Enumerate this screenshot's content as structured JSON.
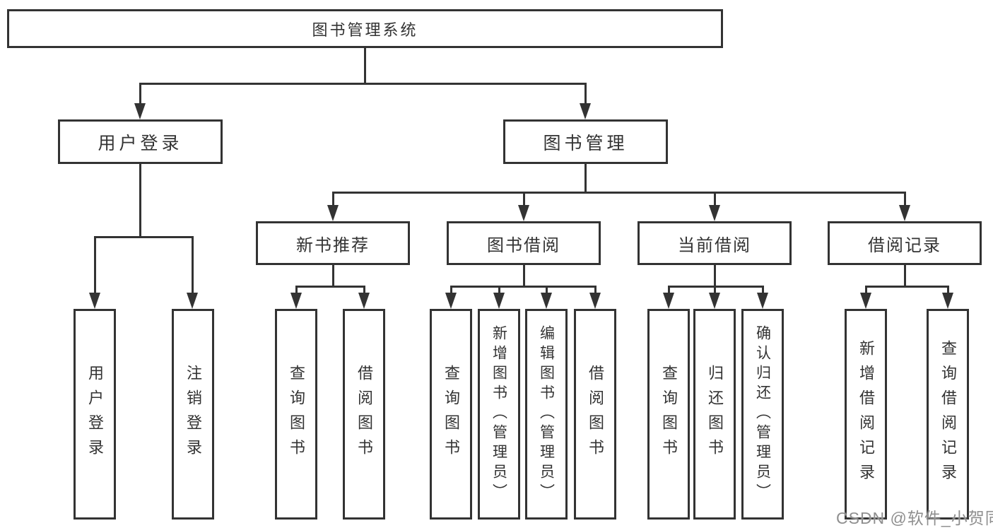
{
  "root": {
    "label": "图书管理系统"
  },
  "branches": {
    "login": {
      "label": "用户登录",
      "leaves": [
        "用户登录",
        "注销登录"
      ]
    },
    "mgmt": {
      "label": "图书管理",
      "groups": [
        {
          "label": "新书推荐",
          "leaves": [
            "查询图书",
            "借阅图书"
          ]
        },
        {
          "label": "图书借阅",
          "leaves": [
            "查询图书",
            "新增图书（管理员）",
            "编辑图书（管理员）",
            "借阅图书"
          ]
        },
        {
          "label": "当前借阅",
          "leaves": [
            "查询图书",
            "归还图书",
            "确认归还（管理员）"
          ]
        },
        {
          "label": "借阅记录",
          "leaves": [
            "新增借阅记录",
            "查询借阅记录"
          ]
        }
      ]
    }
  },
  "watermark": {
    "text": "CSDN @软件_小贺同学"
  },
  "colors": {
    "line": "#333333",
    "text": "#333333",
    "watermark": "#8f8f8f",
    "background": "#ffffff"
  }
}
